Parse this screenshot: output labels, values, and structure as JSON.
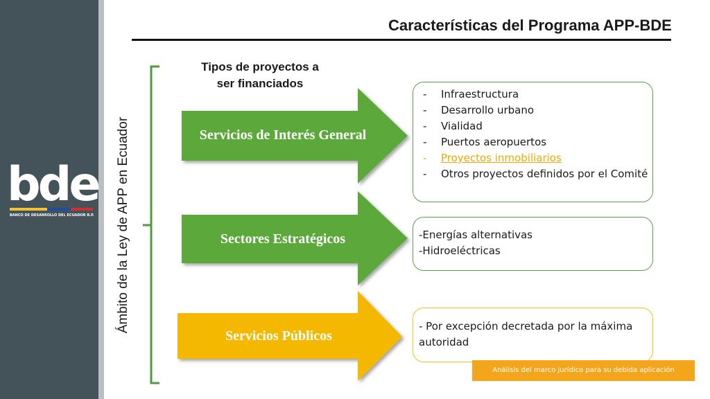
{
  "logo": {
    "text": "bde",
    "subtitle": "BANCO DE DESARROLLO DEL ECUADOR B.P."
  },
  "title": "Características del Programa APP-BDE",
  "vertical_label": "Ámbito de la Ley de APP en Ecuador",
  "types_heading_line1": "Tipos de proyectos a",
  "types_heading_line2": "ser financiados",
  "arrows": [
    {
      "label": "Servicios de Interés General",
      "color": "#5ba83a"
    },
    {
      "label": "Sectores Estratégicos",
      "color": "#5ba83a"
    },
    {
      "label": "Servicios Públicos",
      "color": "#f5b800"
    }
  ],
  "box1": {
    "dash": "-",
    "items": [
      "Infraestructura",
      "Desarrollo urbano",
      "Vialidad",
      "Puertos aeropuertos",
      "Proyectos inmobiliarios",
      "Otros proyectos definidos por el Comité"
    ]
  },
  "box2": {
    "items": [
      "-Energías alternativas",
      "-Hidroeléctricas"
    ]
  },
  "box3": {
    "text": "- Por excepción decretada por la máxima autoridad"
  },
  "footer": "Análisis del marco jurídico para su debida aplicación",
  "colors": {
    "sidebar": "#44525a",
    "green": "#5ba83a",
    "yellow": "#f5b800",
    "footer": "#f3a51b"
  }
}
